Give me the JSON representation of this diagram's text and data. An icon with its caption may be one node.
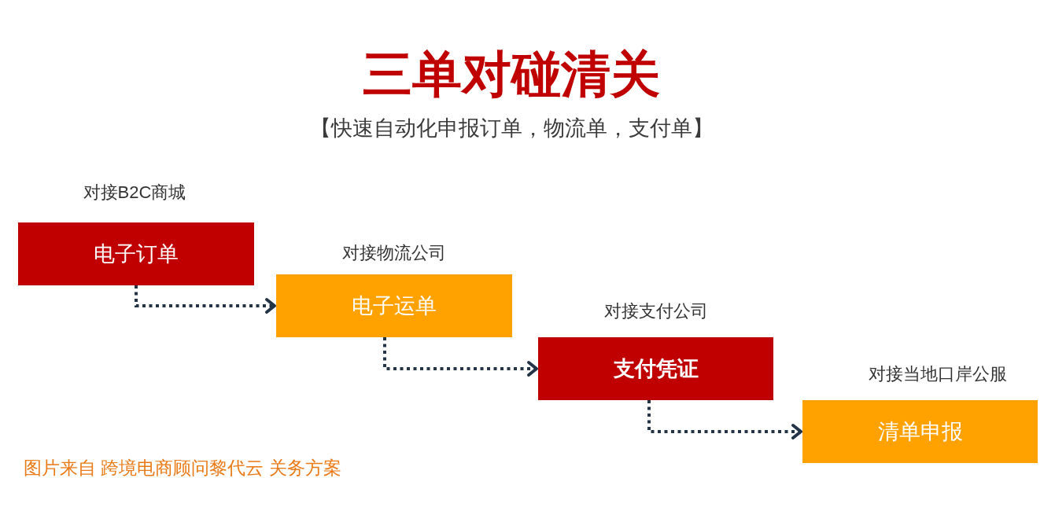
{
  "diagram": {
    "title": "三单对碰清关",
    "nodes": [
      {
        "text": [
          "电子订单"
        ],
        "beside": [
          "对接B2C商城"
        ]
      },
      {
        "text": [
          "电子运单"
        ],
        "beside": [
          "对接物流公司"
        ]
      },
      {
        "text": [
          "支付凭证"
        ],
        "beside": [
          "对接支付公司"
        ]
      },
      {
        "text": [
          "清单申报"
        ],
        "beside": [
          "对接当地口岸公服"
        ]
      }
    ],
    "edges": [
      {
        "from": 0,
        "to": 1,
        "arrow": "to",
        "style": "dashed"
      },
      {
        "from": 1,
        "to": 2,
        "arrow": "to",
        "style": "dashed"
      },
      {
        "from": 2,
        "to": 3,
        "arrow": "to",
        "style": "dashed"
      }
    ],
    "labels": [
      "【快速自动化申报订单，物流单，支付单】",
      "图片来自 跨境电商顾问黎代云 关务方案"
    ]
  }
}
